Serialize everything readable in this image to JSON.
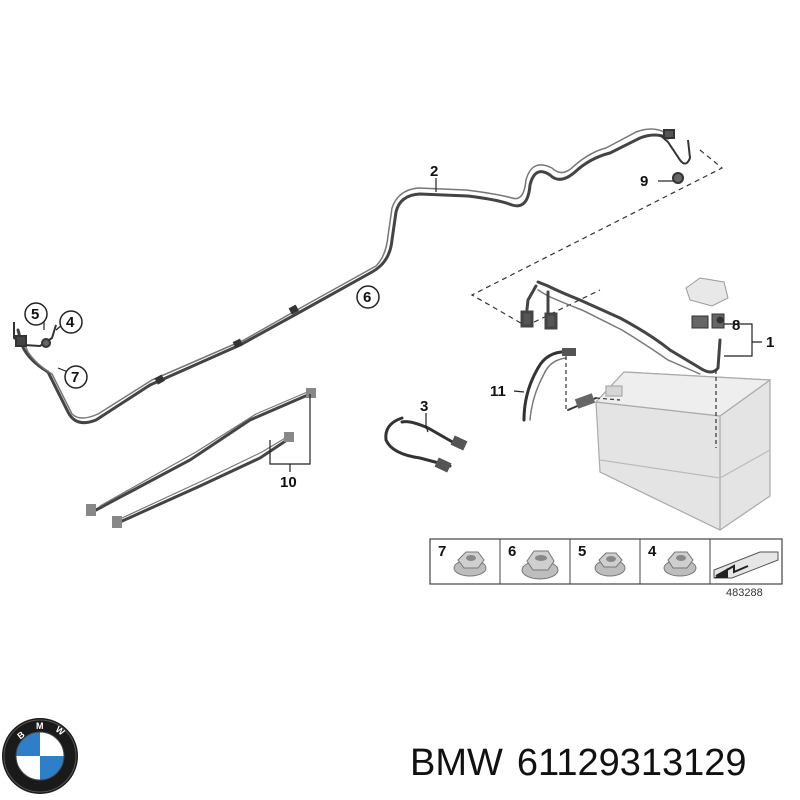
{
  "callouts": {
    "c1": "1",
    "c2": "2",
    "c3": "3",
    "c4": "4",
    "c5": "5",
    "c6": "6",
    "c7": "7",
    "c8": "8",
    "c9": "9",
    "c10": "10",
    "c11": "11"
  },
  "legend": {
    "items": [
      {
        "number": "7"
      },
      {
        "number": "6"
      },
      {
        "number": "5"
      },
      {
        "number": "4"
      }
    ],
    "ref_number": "483288"
  },
  "logo": {
    "text": "BMW",
    "colors": {
      "blue": "#2f7fc8",
      "white": "#ffffff",
      "ring": "#1a1a1a"
    }
  },
  "caption": {
    "brand": "BMW",
    "part_number": "61129313129"
  },
  "colors": {
    "line": "#333333",
    "cable": "#555555",
    "battery": "#e2e2e2"
  }
}
